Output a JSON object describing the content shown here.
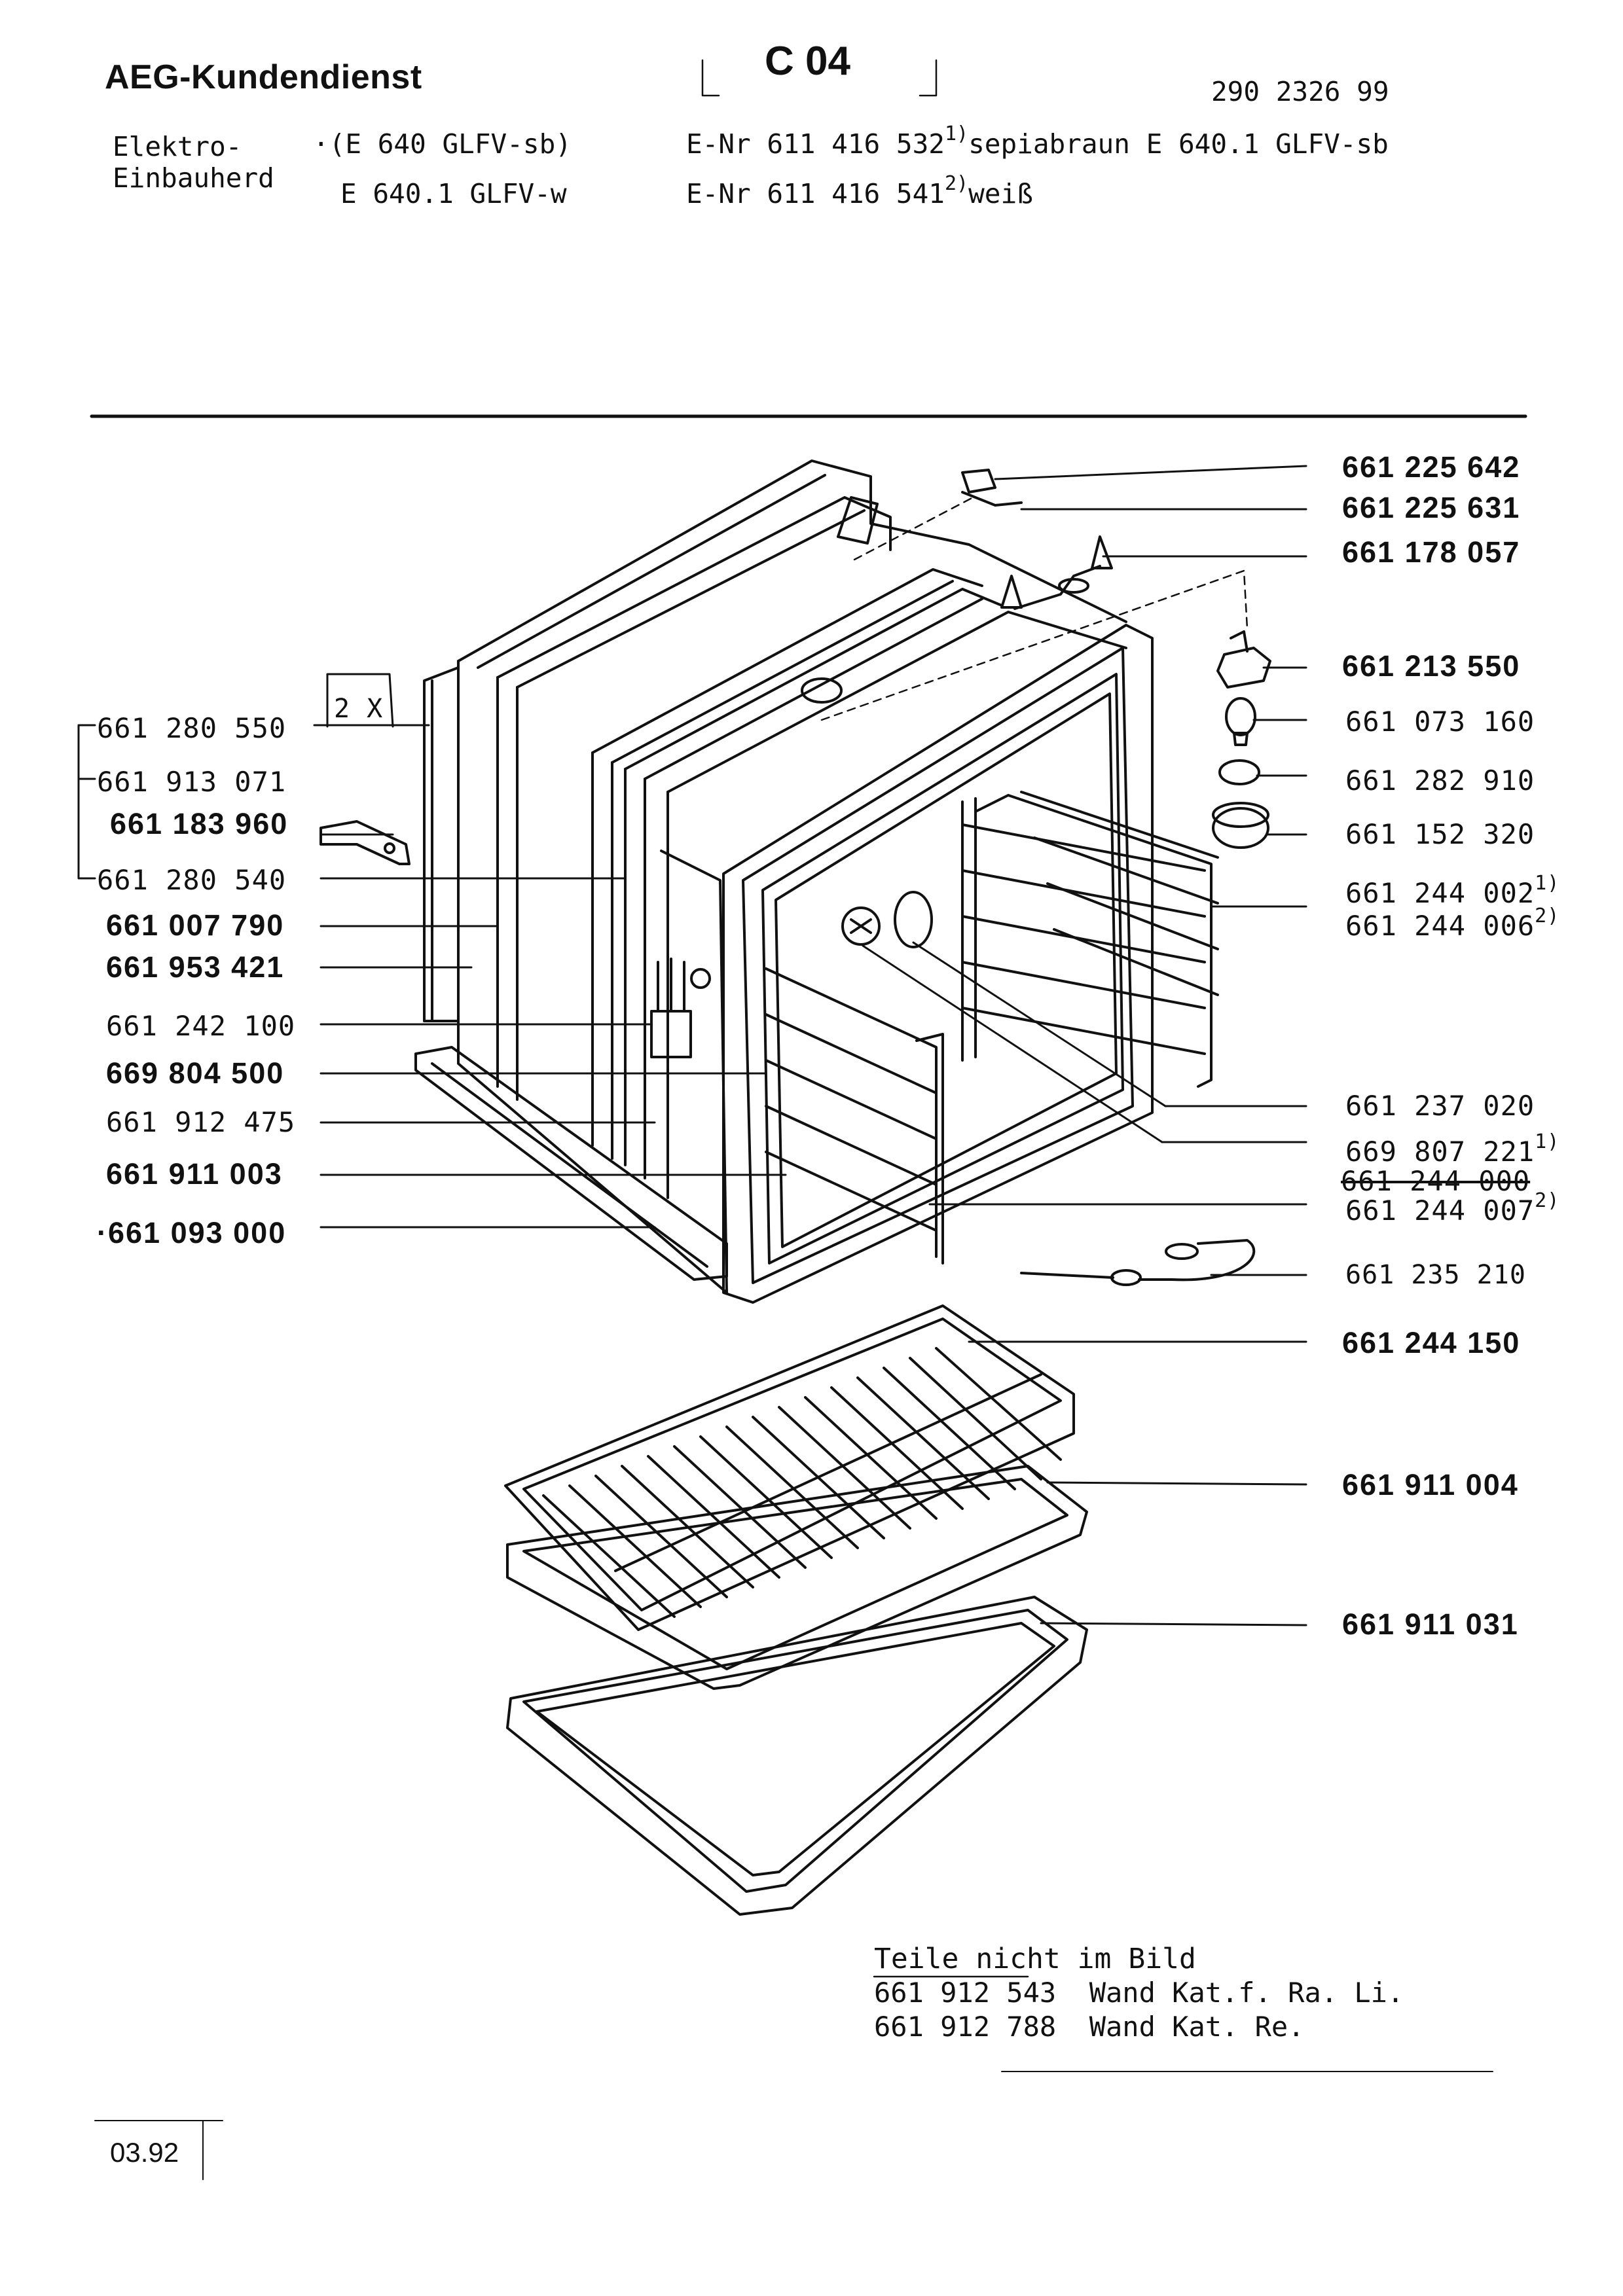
{
  "header": {
    "brand": "AEG-Kundendienst",
    "section_code": "C 04",
    "doc_number": "290 2326 99",
    "product_line1": "Elektro-",
    "product_line2": "Einbauherd",
    "model1": "·(E 640 GLFV-sb)",
    "model2": "E 640.1 GLFV-w",
    "enr_line1_prefix": "E-Nr 611 416 532",
    "enr_line1_sup": "1)",
    "enr_line1_suffix": "sepiabraun E 640.1 GLFV-sb",
    "enr_line2_prefix": "E-Nr 611 416 541",
    "enr_line2_sup": "2)",
    "enr_line2_suffix": "weiß"
  },
  "left_parts": {
    "p1": "661 280 550",
    "p1_note": "2 X",
    "p2": "661 913 071",
    "p3": "661 183 960",
    "p4": "661 280 540",
    "p5": "661 007 790",
    "p6": "661 953 421",
    "p7": "661 242 100",
    "p8": "669 804 500",
    "p9": "661 912 475",
    "p10": "661 911 003",
    "p11": "·661 093 000"
  },
  "right_parts": {
    "r1": "661 225 642",
    "r2": "661 225 631",
    "r3": "661 178 057",
    "r4": "661 213 550",
    "r5": "661 073 160",
    "r6": "661 282 910",
    "r7": "661 152 320",
    "r8a": "661 244 002",
    "r8a_sup": "1)",
    "r8b": "661 244 006",
    "r8b_sup": "2)",
    "r9": "661 237 020",
    "r10": "669 807 221",
    "r10_sup": "1)",
    "r11a": "661 244 000",
    "r11b": "661 244 007",
    "r11b_sup": "2)",
    "r12": "661 235 210",
    "r13": "661 244 150",
    "r14": "661 911 004",
    "r15": "661 911 031"
  },
  "not_shown": {
    "title": "Teile nicht im Bild",
    "rows": [
      {
        "part": "661 912 543",
        "desc": "Wand Kat.f. Ra. Li."
      },
      {
        "part": "661 912 788",
        "desc": "Wand Kat. Re."
      }
    ]
  },
  "footer": {
    "date": "03.92"
  }
}
